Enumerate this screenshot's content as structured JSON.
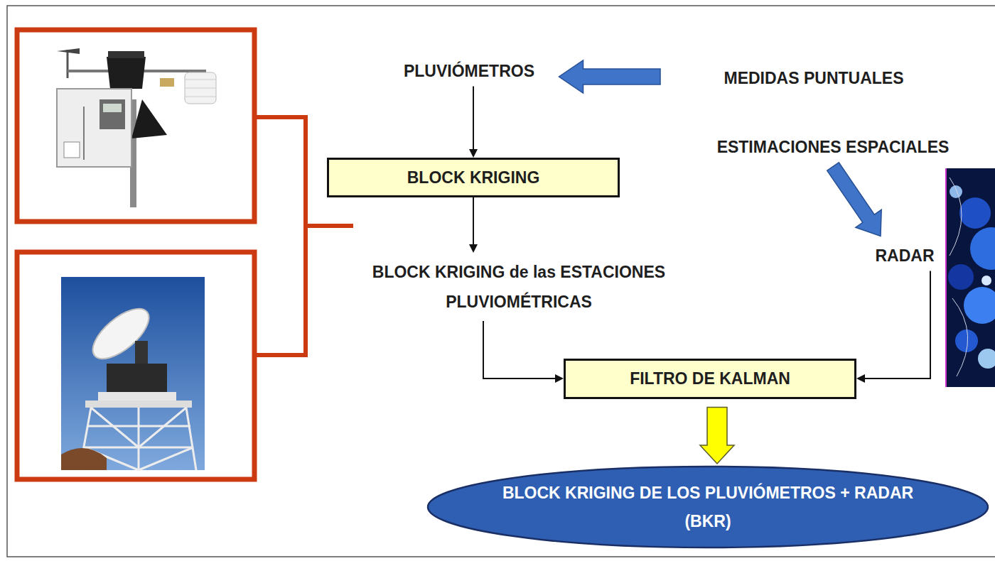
{
  "diagram": {
    "nodes": [
      {
        "text": [
          "PLUVIÓMETROS"
        ]
      },
      {
        "text": [
          "MEDIDAS PUNTUALES"
        ]
      },
      {
        "text": [
          "BLOCK KRIGING"
        ]
      },
      {
        "text": [
          "ESTIMACIONES ESPACIALES"
        ]
      },
      {
        "text": [
          "BLOCK KRIGING de las ESTACIONES PLUVIOMÉTRICAS"
        ]
      },
      {
        "text": [
          "RADAR"
        ]
      },
      {
        "text": [
          "FILTRO DE KALMAN"
        ]
      },
      {
        "text": [
          "BLOCK KRIGING DE LOS PLUVIÓMETROS + RADAR (BKR)"
        ]
      }
    ],
    "edges": [
      {
        "from": 1,
        "to": 0,
        "arrow": "to"
      },
      {
        "from": 0,
        "to": 2,
        "arrow": "to"
      },
      {
        "from": 2,
        "to": 4,
        "arrow": "to"
      },
      {
        "from": 3,
        "to": 5,
        "arrow": "to"
      },
      {
        "from": 4,
        "to": 6,
        "arrow": "to"
      },
      {
        "from": 5,
        "to": 6,
        "arrow": "to"
      },
      {
        "from": 6,
        "to": 7,
        "arrow": "to"
      }
    ]
  }
}
